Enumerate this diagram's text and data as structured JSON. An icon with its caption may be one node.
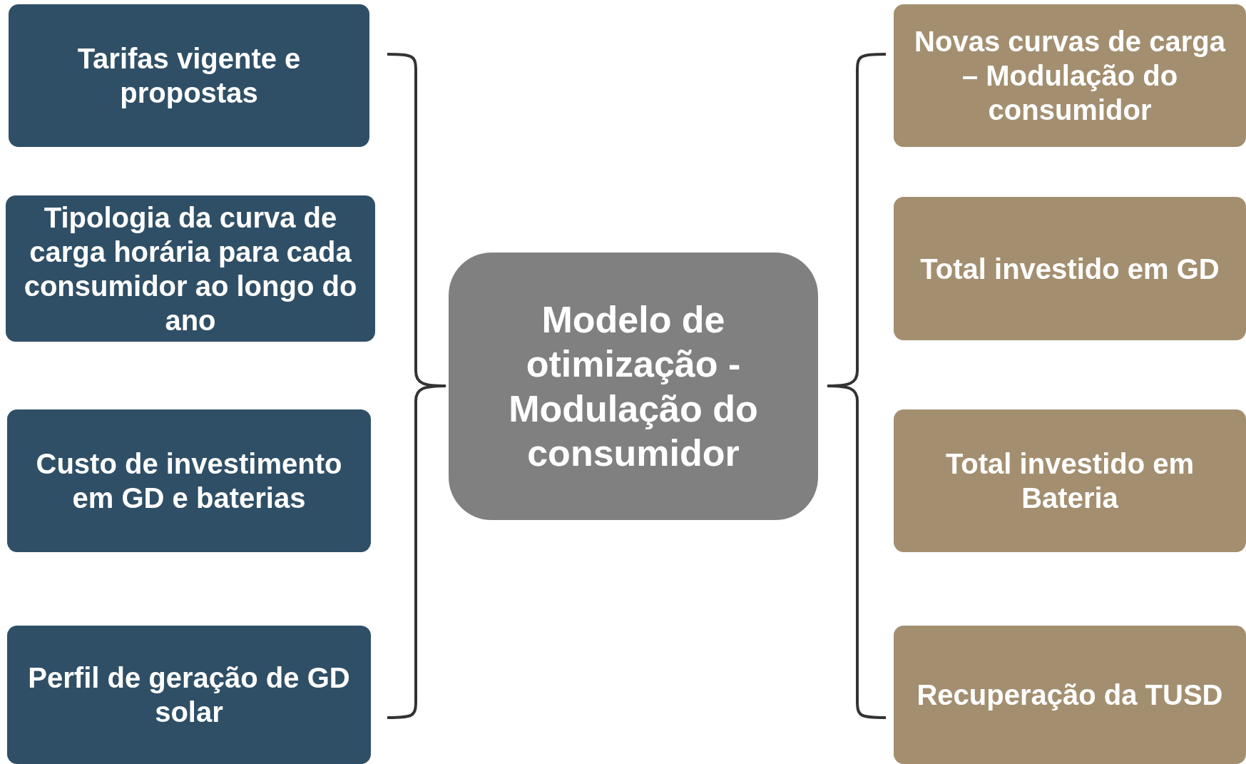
{
  "diagram": {
    "nodes": [
      {
        "text": [
          "Tarifas vigente e propostas"
        ]
      },
      {
        "text": [
          "Tipologia da curva de carga horária para cada consumidor ao longo do ano"
        ]
      },
      {
        "text": [
          "Custo de investimento em GD e baterias"
        ]
      },
      {
        "text": [
          "Perfil de geração de GD solar"
        ]
      },
      {
        "text": [
          "Modelo de otimização - Modulação do consumidor"
        ]
      },
      {
        "text": [
          "Novas curvas de carga – Modulação do consumidor"
        ]
      },
      {
        "text": [
          "Total investido em GD"
        ]
      },
      {
        "text": [
          "Total investido em Bateria"
        ]
      },
      {
        "text": [
          "Recuperação da TUSD"
        ]
      }
    ]
  }
}
